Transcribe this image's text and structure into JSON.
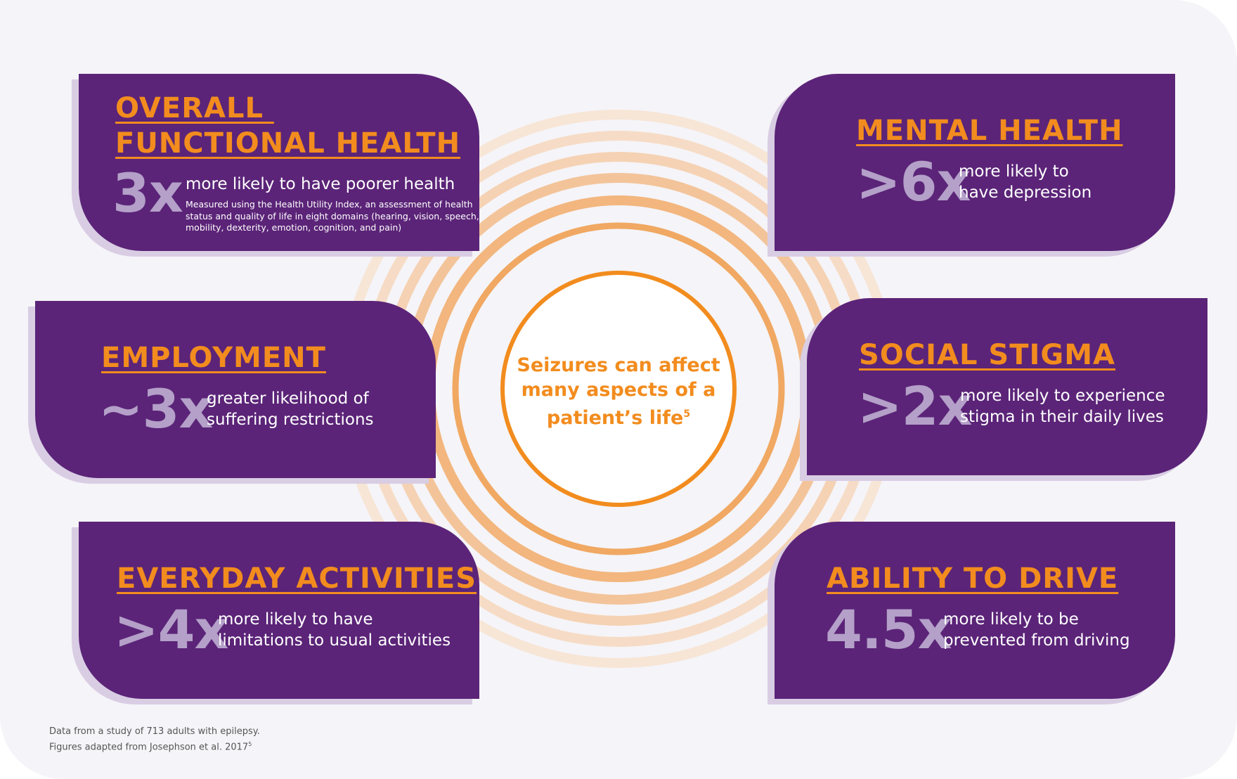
{
  "colors": {
    "card_bg": "#5b2478",
    "accent_orange": "#f28c1e",
    "stat_lavender": "#b4a0c8",
    "background": "#f5f4f8"
  },
  "center": {
    "text": "Seizures can affect many aspects of a patient’s life",
    "superscript": "5"
  },
  "cards": [
    {
      "title_line1": "OVERALL ",
      "title_line2": "FUNCTIONAL HEALTH",
      "stat": "3x",
      "description": "more likely to have poorer health",
      "note": "Measured using the Health Utility Index, an assessment of health status and quality of life in eight domains (hearing, vision, speech, mobility, dexterity, emotion, cognition, and pain)"
    },
    {
      "title": "MENTAL HEALTH",
      "stat": ">6x",
      "description": "more likely to have depression"
    },
    {
      "title": "EMPLOYMENT",
      "stat": "~3x",
      "description": "greater likelihood of suffering restrictions"
    },
    {
      "title": "SOCIAL STIGMA",
      "stat": ">2x",
      "description": "more likely to experience stigma in their daily lives"
    },
    {
      "title": "EVERYDAY ACTIVITIES",
      "stat": ">4x",
      "description": "more likely to have limitations to usual activities"
    },
    {
      "title": "ABILITY TO DRIVE",
      "stat": "4.5x",
      "description": "more likely to be prevented from driving"
    }
  ],
  "footnote": {
    "line1": "Data from a study of 713 adults with epilepsy.",
    "line2": "Figures adapted from Josephson et al. 2017",
    "superscript": "5"
  }
}
